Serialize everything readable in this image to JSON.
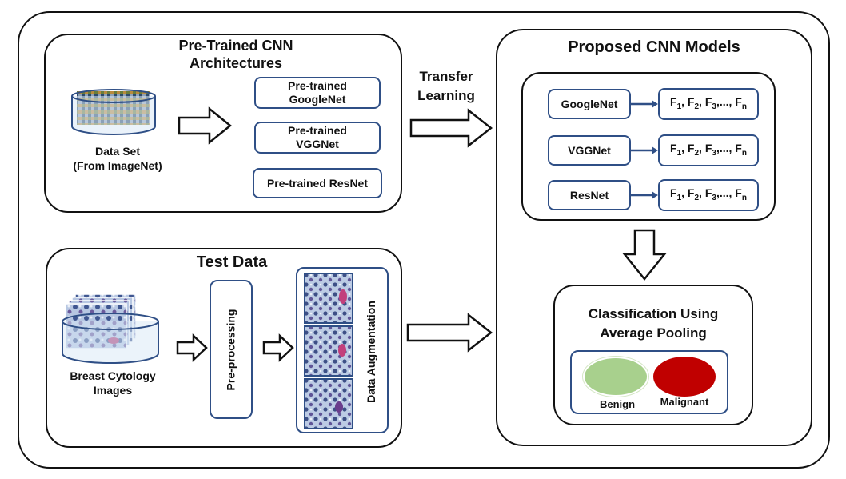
{
  "pretrained": {
    "title_line1": "Pre-Trained CNN",
    "title_line2": "Architectures",
    "dataset_line1": "Data Set",
    "dataset_line2": "(From ImageNet)",
    "googlenet_line1": "Pre-trained",
    "googlenet_line2": "GoogleNet",
    "vggnet_line1": "Pre-trained",
    "vggnet_line2": "VGGNet",
    "resnet": "Pre-trained ResNet"
  },
  "transfer": {
    "line1": "Transfer",
    "line2": "Learning"
  },
  "proposed": {
    "title": "Proposed CNN Models",
    "models": [
      "GoogleNet",
      "VGGNet",
      "ResNet"
    ],
    "feature_prefix": "F",
    "subscripts": [
      "1",
      "2",
      "3",
      "n"
    ]
  },
  "test": {
    "title": "Test Data",
    "images_line1": "Breast Cytology",
    "images_line2": "Images",
    "preprocessing": "Pre-processing",
    "augmentation": "Data Augmentation"
  },
  "classification": {
    "line1": "Classification Using",
    "line2": "Average Pooling",
    "benign": "Benign",
    "malignant": "Malignant"
  },
  "colors": {
    "box_border": "#2f4f86",
    "benign": "#a8d08d",
    "malignant": "#c00000"
  }
}
